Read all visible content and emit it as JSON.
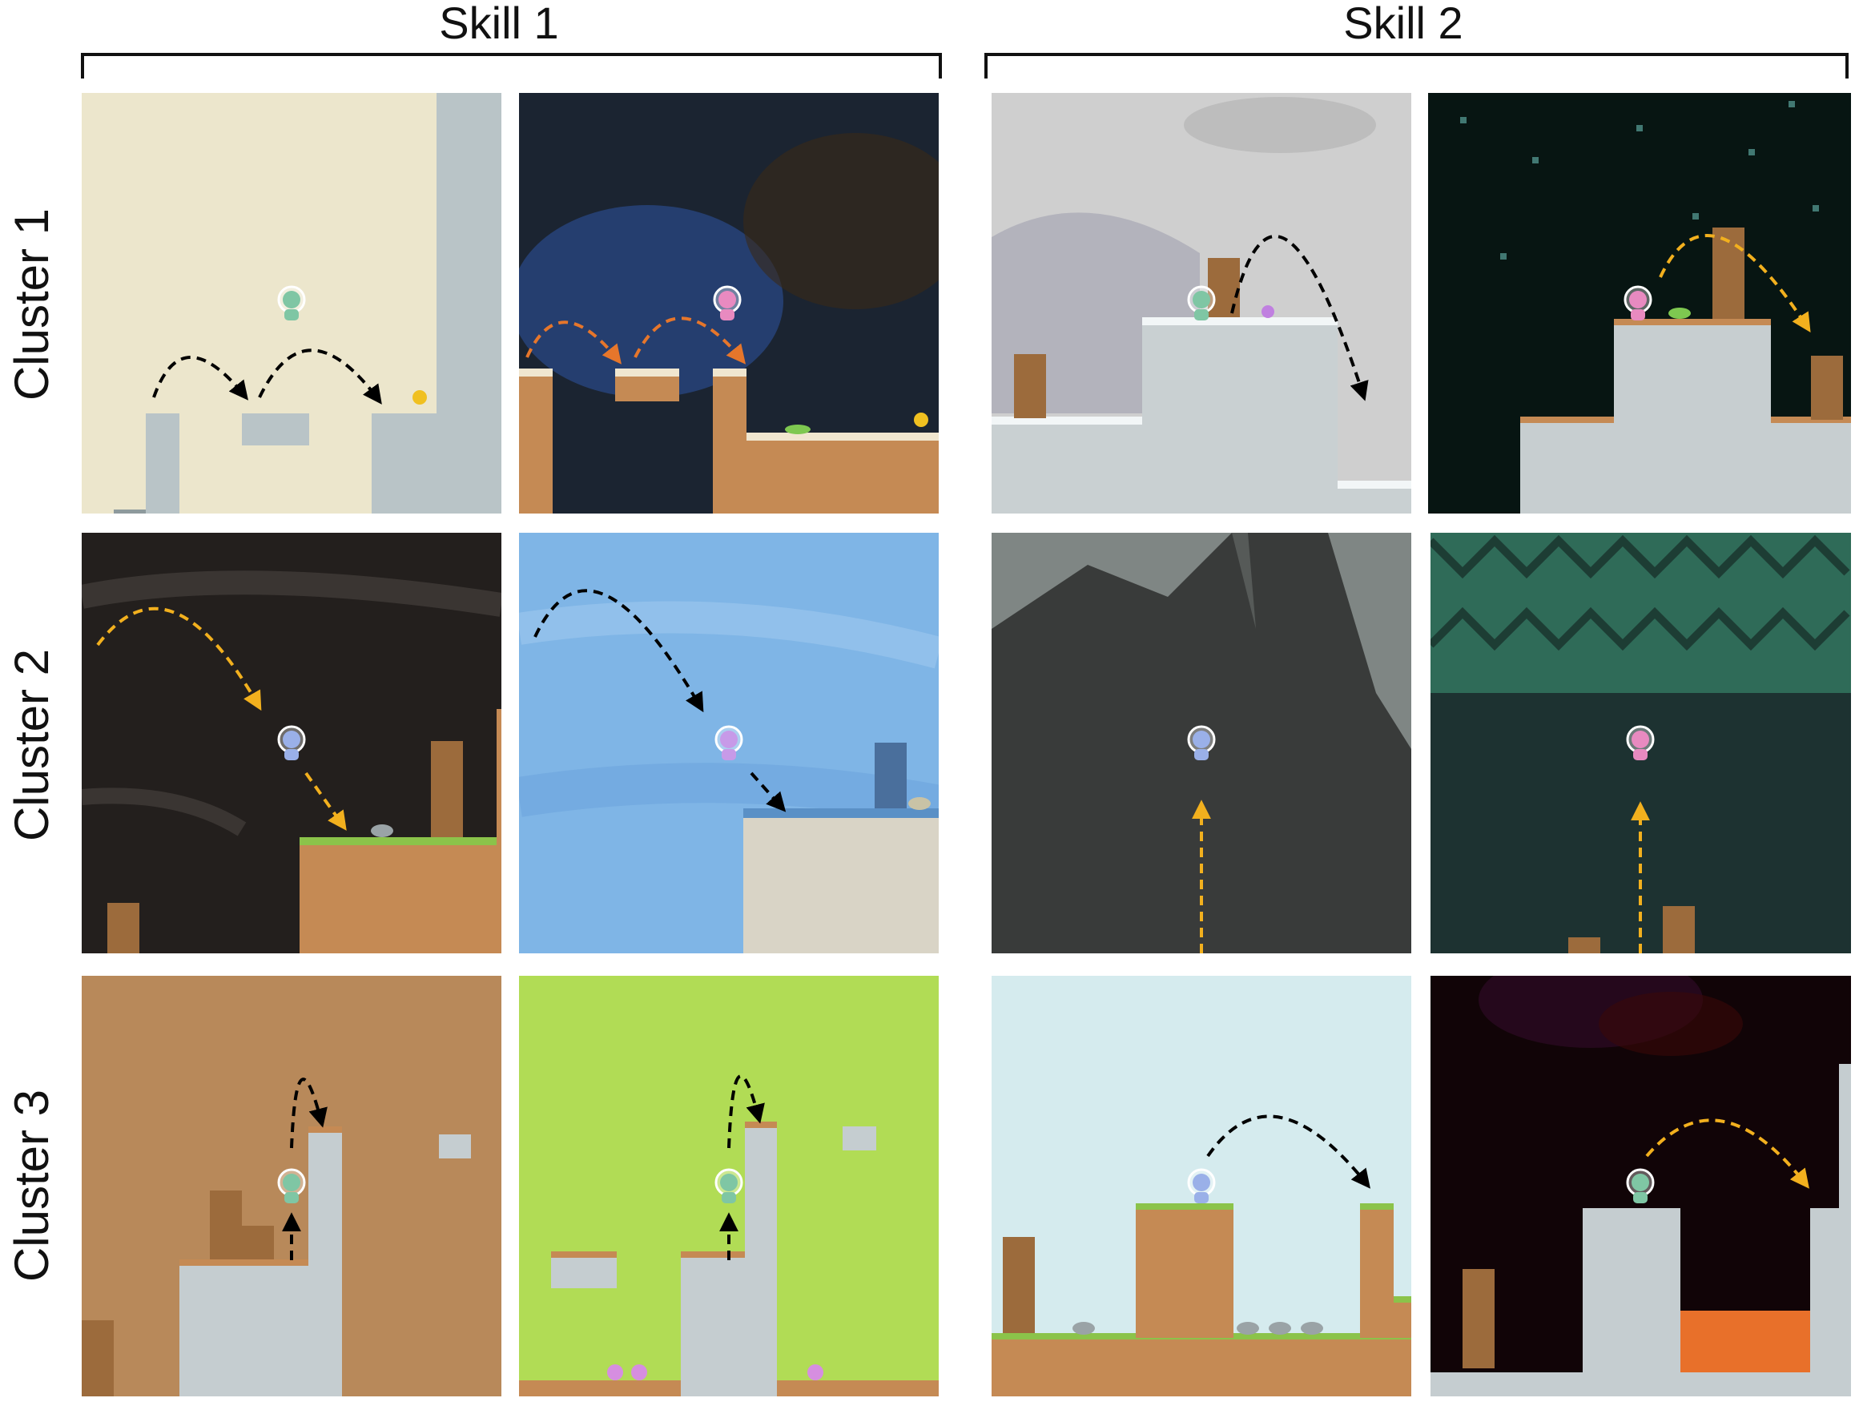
{
  "columns": [
    {
      "label": "Skill 1"
    },
    {
      "label": "Skill 2"
    }
  ],
  "rows": [
    {
      "label": "Cluster 1"
    },
    {
      "label": "Cluster 2"
    },
    {
      "label": "Cluster 3"
    }
  ],
  "colors": {
    "arrow_black": "#000000",
    "arrow_orange": "#e6762b",
    "arrow_yellow": "#f2b01e",
    "stone": "#b9c4c7",
    "dirt": "#c58a54",
    "grass": "#8bc34a",
    "crate": "#9c6b3c"
  },
  "panels": [
    {
      "row": 1,
      "col": 1,
      "bg": "#ece6cc",
      "arrow_color": "black"
    },
    {
      "row": 1,
      "col": 2,
      "bg": "#1b2431",
      "arrow_color": "orange"
    },
    {
      "row": 1,
      "col": 3,
      "bg": "#cfcfcf",
      "arrow_color": "black"
    },
    {
      "row": 1,
      "col": 4,
      "bg": "#071512",
      "arrow_color": "yellow"
    },
    {
      "row": 2,
      "col": 1,
      "bg": "#231f1d",
      "arrow_color": "yellow"
    },
    {
      "row": 2,
      "col": 2,
      "bg": "#7fb5e6",
      "arrow_color": "black"
    },
    {
      "row": 2,
      "col": 3,
      "bg": "#393b3a",
      "arrow_color": "yellow"
    },
    {
      "row": 2,
      "col": 4,
      "bg": "#1d3231",
      "arrow_color": "yellow"
    },
    {
      "row": 3,
      "col": 1,
      "bg": "#b8895a",
      "arrow_color": "black"
    },
    {
      "row": 3,
      "col": 2,
      "bg": "#b1dc55",
      "arrow_color": "black"
    },
    {
      "row": 3,
      "col": 3,
      "bg": "#d5ebee",
      "arrow_color": "black"
    },
    {
      "row": 3,
      "col": 4,
      "bg": "#110407",
      "arrow_color": "yellow"
    }
  ]
}
